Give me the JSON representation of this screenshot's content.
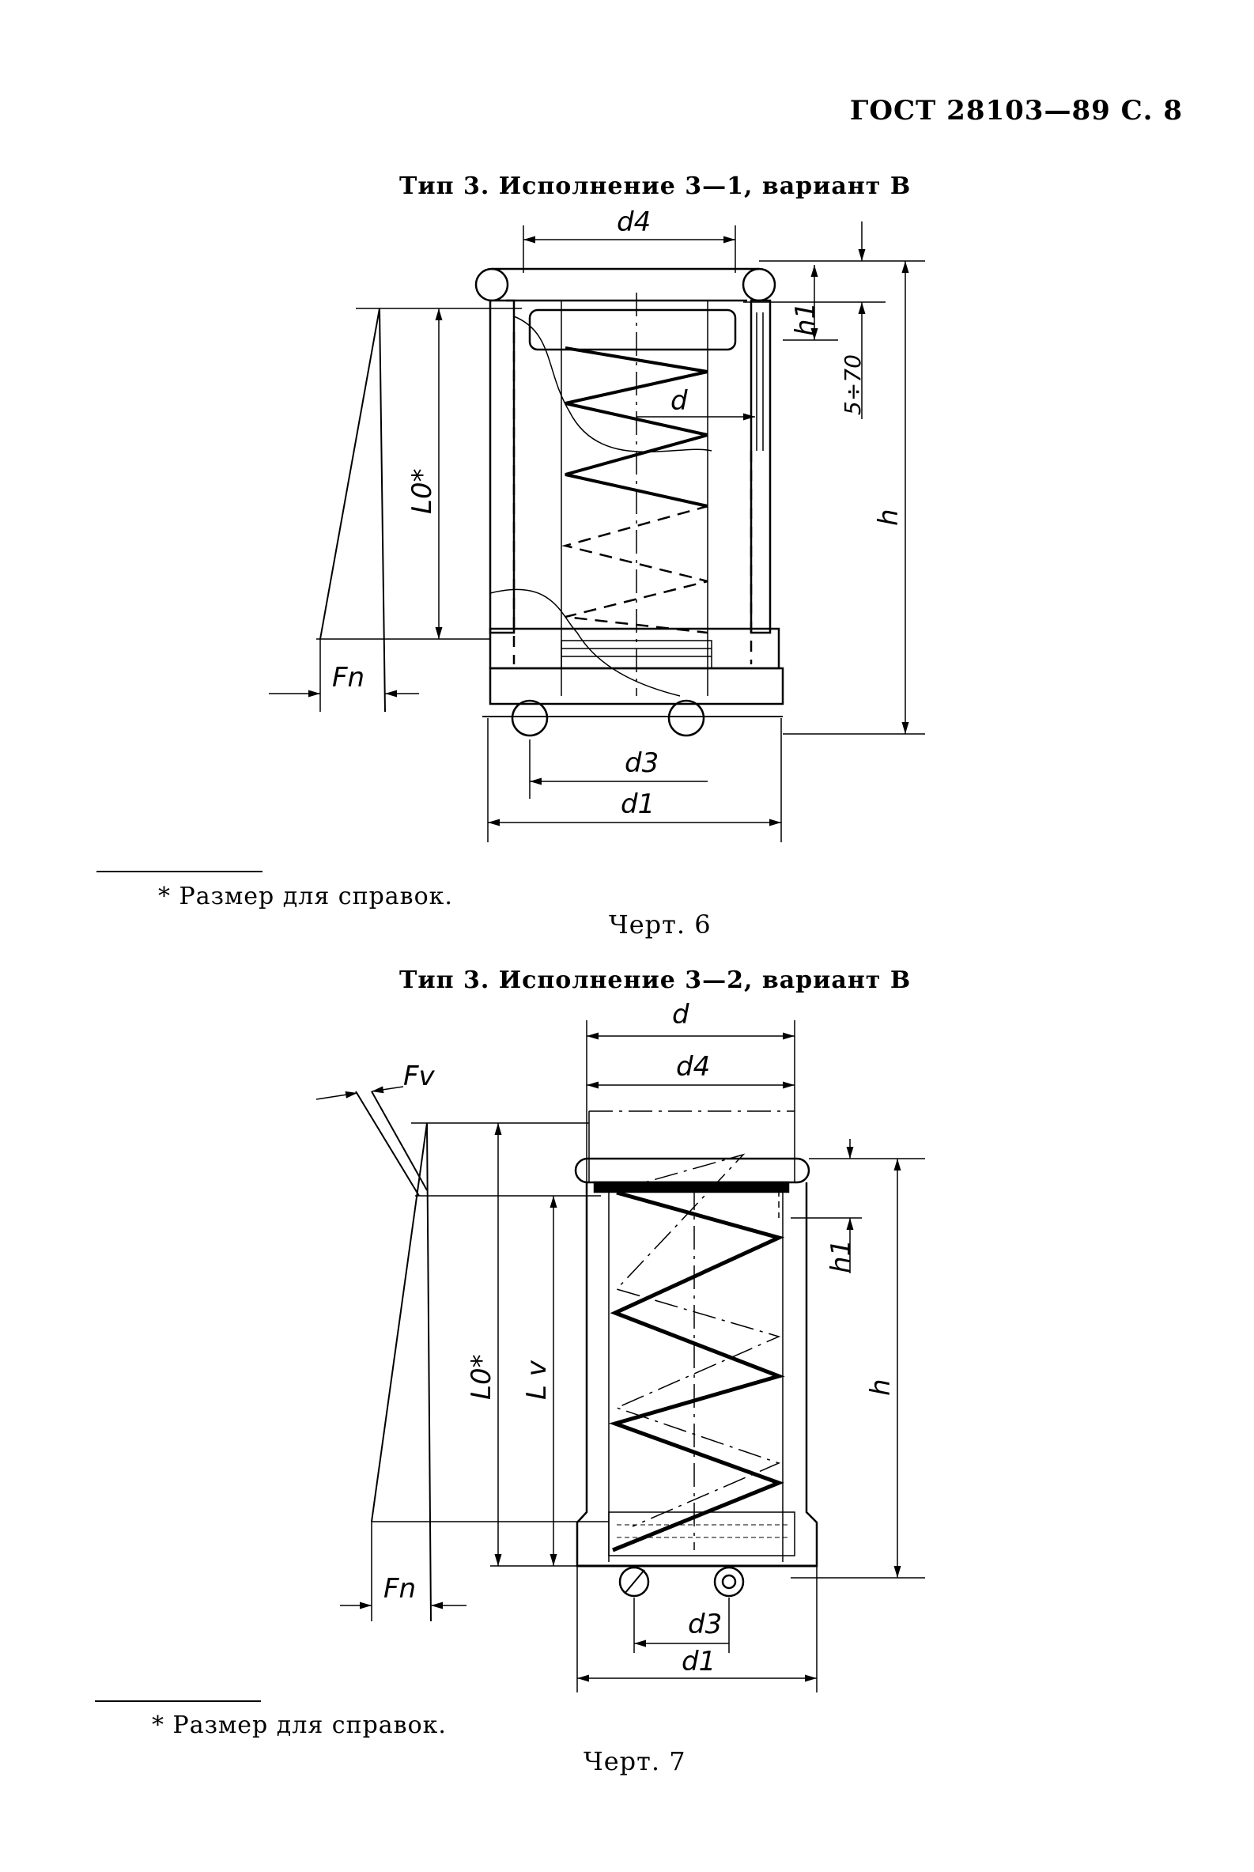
{
  "header": {
    "text": "ГОСТ 28103—89 С. 8"
  },
  "figure1": {
    "title": "Тип 3. Исполнение 3—1, вариант В",
    "labels": {
      "d4": "d4",
      "d": "d",
      "h1": "h1",
      "range": "5÷70",
      "h": "h",
      "L0": "L0*",
      "Fn": "Fn",
      "d3": "d3",
      "d1": "d1"
    },
    "footnote": "* Размер для справок.",
    "caption": "Черт. 6"
  },
  "figure2": {
    "title": "Тип 3. Исполнение 3—2, вариант В",
    "labels": {
      "d": "d",
      "d4": "d4",
      "Fv": "Fv",
      "h1": "h1",
      "h": "h",
      "L0": "L0*",
      "Lv": "L v",
      "Fn": "Fn",
      "d3": "d3",
      "d1": "d1"
    },
    "footnote": "* Размер для справок.",
    "caption": "Черт. 7"
  }
}
